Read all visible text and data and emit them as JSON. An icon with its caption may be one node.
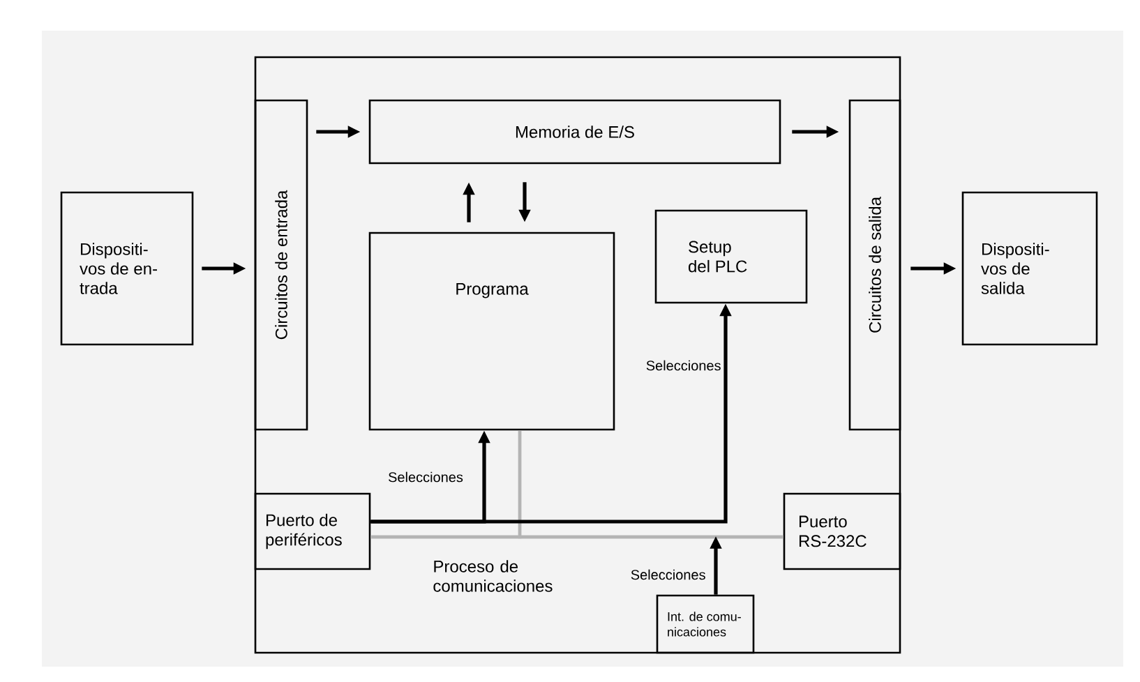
{
  "diagram": {
    "nodes": [
      {
        "text": [
          "Dispositi- vos de en- trada"
        ]
      },
      {
        "text": [],
        "shape": "box"
      },
      {
        "text": [
          "Circuitos de entrada"
        ],
        "in": 1
      },
      {
        "text": [
          "Memoria de E/S"
        ],
        "in": 1
      },
      {
        "text": [
          "Programa"
        ],
        "in": 1
      },
      {
        "text": [
          "Setup del PLC"
        ],
        "in": 1
      },
      {
        "text": [
          "Circuitos de salida"
        ],
        "in": 1
      },
      {
        "text": [
          "Dispositi- vos de salida"
        ]
      },
      {
        "text": [
          "Puerto de periféricos"
        ],
        "in": 1
      },
      {
        "text": [
          "Puerto RS-232C"
        ],
        "in": 1
      },
      {
        "text": [
          "Int. de comu- nicaciones"
        ],
        "in": 1
      }
    ],
    "edges": [
      {
        "from": 0,
        "to": 2,
        "arrow": "to"
      },
      {
        "from": 2,
        "to": 3,
        "arrow": "to"
      },
      {
        "from": 3,
        "to": 6,
        "arrow": "to"
      },
      {
        "from": 4,
        "to": 3,
        "arrow": "to"
      },
      {
        "from": 3,
        "to": 4,
        "arrow": "to"
      },
      {
        "from": 6,
        "to": 7,
        "arrow": "to"
      },
      {
        "from": 8,
        "to": 4,
        "arrow": "to",
        "label": "Selecciones"
      },
      {
        "from": 8,
        "to": 5,
        "arrow": "to",
        "label": "Selecciones"
      },
      {
        "from": 8,
        "to": 9,
        "arrow": "none",
        "color": "#b4b4b4"
      },
      {
        "from": 4,
        "to": 8,
        "arrow": "none",
        "color": "#b4b4b4"
      },
      {
        "from": 4,
        "to": 9,
        "arrow": "none",
        "color": "#b4b4b4"
      },
      {
        "from": 10,
        "to": null,
        "arrow": "to",
        "label": "Selecciones"
      }
    ],
    "labels": [
      "Proceso de comunicaciones"
    ]
  }
}
